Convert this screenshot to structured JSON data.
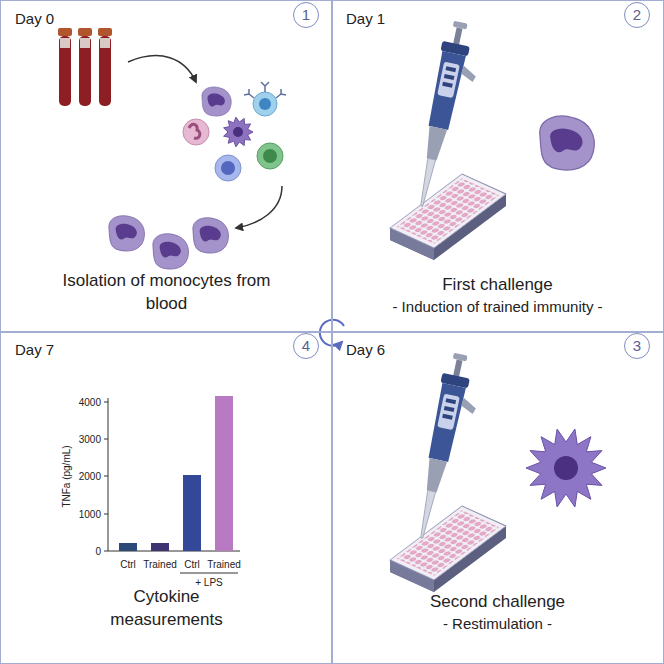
{
  "diagram": {
    "nodes": [
      {
        "text": [
          "Day 0",
          "Isolation of monocytes from blood"
        ]
      },
      {
        "text": [
          "1"
        ],
        "in": 0
      },
      {
        "text": [
          "Day 1",
          "First challenge",
          "- Induction of trained immunity -"
        ]
      },
      {
        "text": [
          "2"
        ],
        "in": 2
      },
      {
        "text": [
          "Day 7",
          "Cytokine measurements"
        ]
      },
      {
        "text": [
          "4"
        ],
        "in": 4
      },
      {
        "text": [
          "Day 6",
          "Second challenge",
          "- Restimulation -"
        ]
      },
      {
        "text": [
          "3"
        ],
        "in": 6
      }
    ],
    "labels": [
      "TNFa (pg/mL)",
      "4000",
      "3000",
      "2000",
      "1000",
      "0",
      "Ctrl",
      "Trained",
      "Ctrl",
      "Trained",
      "+ LPS"
    ]
  }
}
